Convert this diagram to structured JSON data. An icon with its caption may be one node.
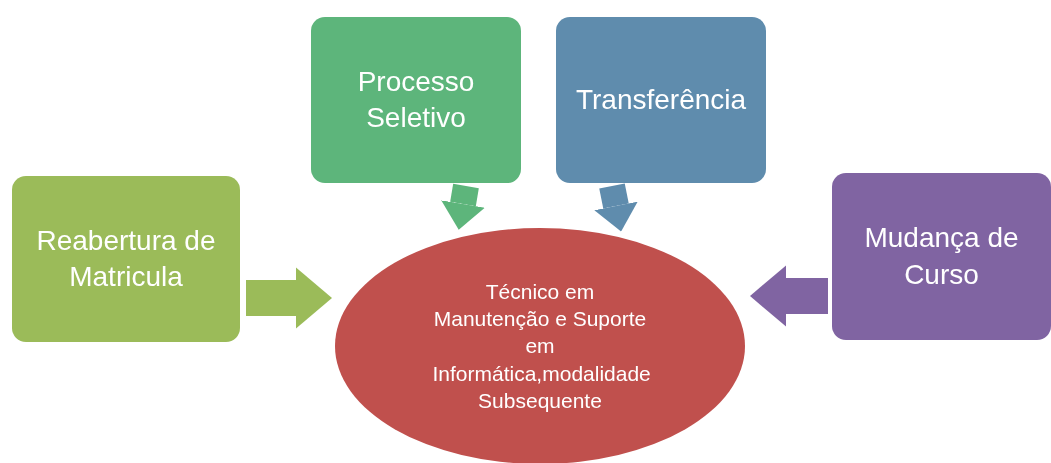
{
  "diagram": {
    "nodes": [
      {
        "text": [
          "Processo Seletivo"
        ]
      },
      {
        "text": [
          "Transferência"
        ]
      },
      {
        "text": [
          "Reabertura de Matricula"
        ]
      },
      {
        "text": [
          "Mudança de Curso"
        ]
      },
      {
        "text": [
          "Técnico em Manutenção e Suporte em Informática,modalidade Subsequente"
        ]
      }
    ],
    "edges": [
      {
        "from": 0,
        "to": 4,
        "arrow": "to",
        "color": "#5db57b"
      },
      {
        "from": 1,
        "to": 4,
        "arrow": "to",
        "color": "#5f8cad"
      },
      {
        "from": 2,
        "to": 4,
        "arrow": "to",
        "color": "#9bbb59"
      },
      {
        "from": 3,
        "to": 4,
        "arrow": "to",
        "color": "#8064a2"
      }
    ]
  }
}
